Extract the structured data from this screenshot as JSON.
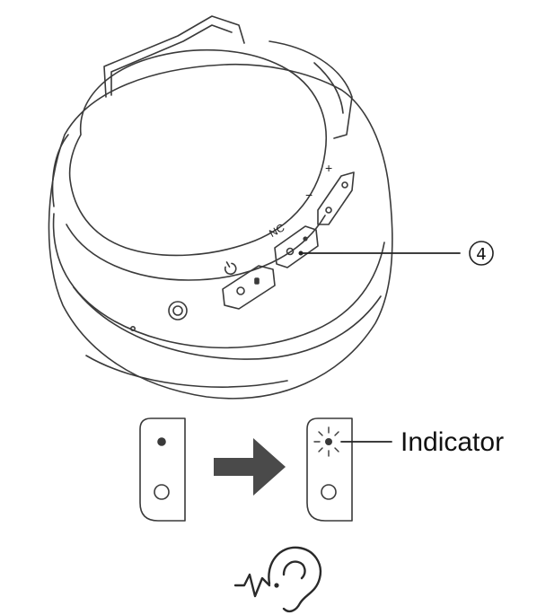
{
  "callout": {
    "number": "4",
    "label": "Indicator"
  },
  "button_labels": {
    "nc": "NC",
    "minus": "−",
    "plus": "+"
  },
  "icons": [
    "power-icon",
    "arrow-right-icon",
    "indicator-glow-icon",
    "ambient-sound-ear-icon"
  ],
  "colors": {
    "line": "#3a3a3a",
    "arrow": "#4a4a4a",
    "background": "#ffffff"
  }
}
